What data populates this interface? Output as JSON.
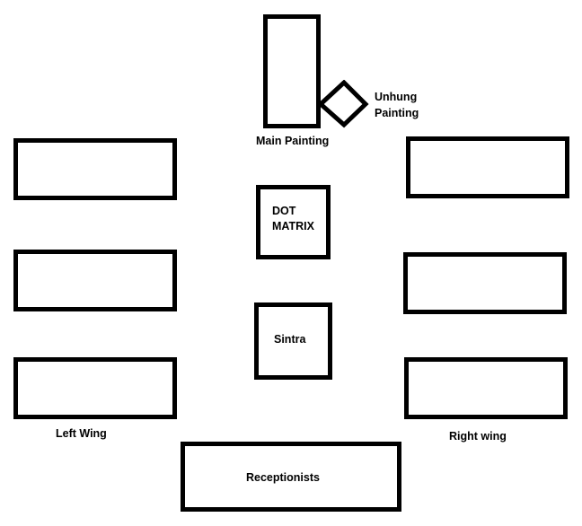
{
  "diagram": {
    "title": "Room layout",
    "labels": {
      "main_painting": "Main Painting",
      "unhung_painting_line1": "Unhung",
      "unhung_painting_line2": "Painting",
      "dot_matrix_line1": "DOT",
      "dot_matrix_line2": "MATRIX",
      "sintra": "Sintra",
      "left_wing": "Left Wing",
      "right_wing": "Right wing",
      "receptionists": "Receptionists"
    },
    "left_wing_desks": 3,
    "right_wing_desks": 3,
    "stroke_color": "#000000",
    "background_color": "#ffffff"
  }
}
